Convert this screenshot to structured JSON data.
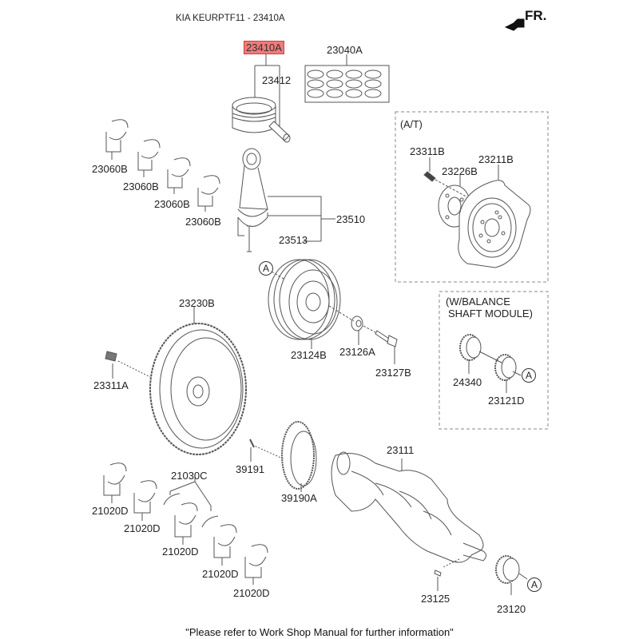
{
  "header": {
    "title": "KIA KEURPTF11 - 23410A",
    "direction_label": "FR."
  },
  "highlight": {
    "part_number": "23410A",
    "color": "#f07a7a"
  },
  "groups": {
    "automatic_transmission": "(A/T)",
    "balance_shaft_line1": "(W/BALANCE",
    "balance_shaft_line2": "SHAFT MODULE)"
  },
  "reference_marker": "A",
  "parts": {
    "p23410A": "23410A",
    "p23412": "23412",
    "p23040A": "23040A",
    "p23060B_1": "23060B",
    "p23060B_2": "23060B",
    "p23060B_3": "23060B",
    "p23060B_4": "23060B",
    "p23510": "23510",
    "p23513": "23513",
    "p23311B": "23311B",
    "p23226B": "23226B",
    "p23211B": "23211B",
    "p23124B": "23124B",
    "p23126A": "23126A",
    "p23127B": "23127B",
    "p23230B": "23230B",
    "p23311A": "23311A",
    "p24340": "24340",
    "p23121D": "23121D",
    "p39191": "39191",
    "p39190A": "39190A",
    "p23111": "23111",
    "p21030C": "21030C",
    "p21020D_1": "21020D",
    "p21020D_2": "21020D",
    "p21020D_3": "21020D",
    "p21020D_4": "21020D",
    "p21020D_5": "21020D",
    "p23125": "23125",
    "p23120": "23120"
  },
  "footer": {
    "note": "\"Please refer to Work Shop Manual for further information\""
  }
}
